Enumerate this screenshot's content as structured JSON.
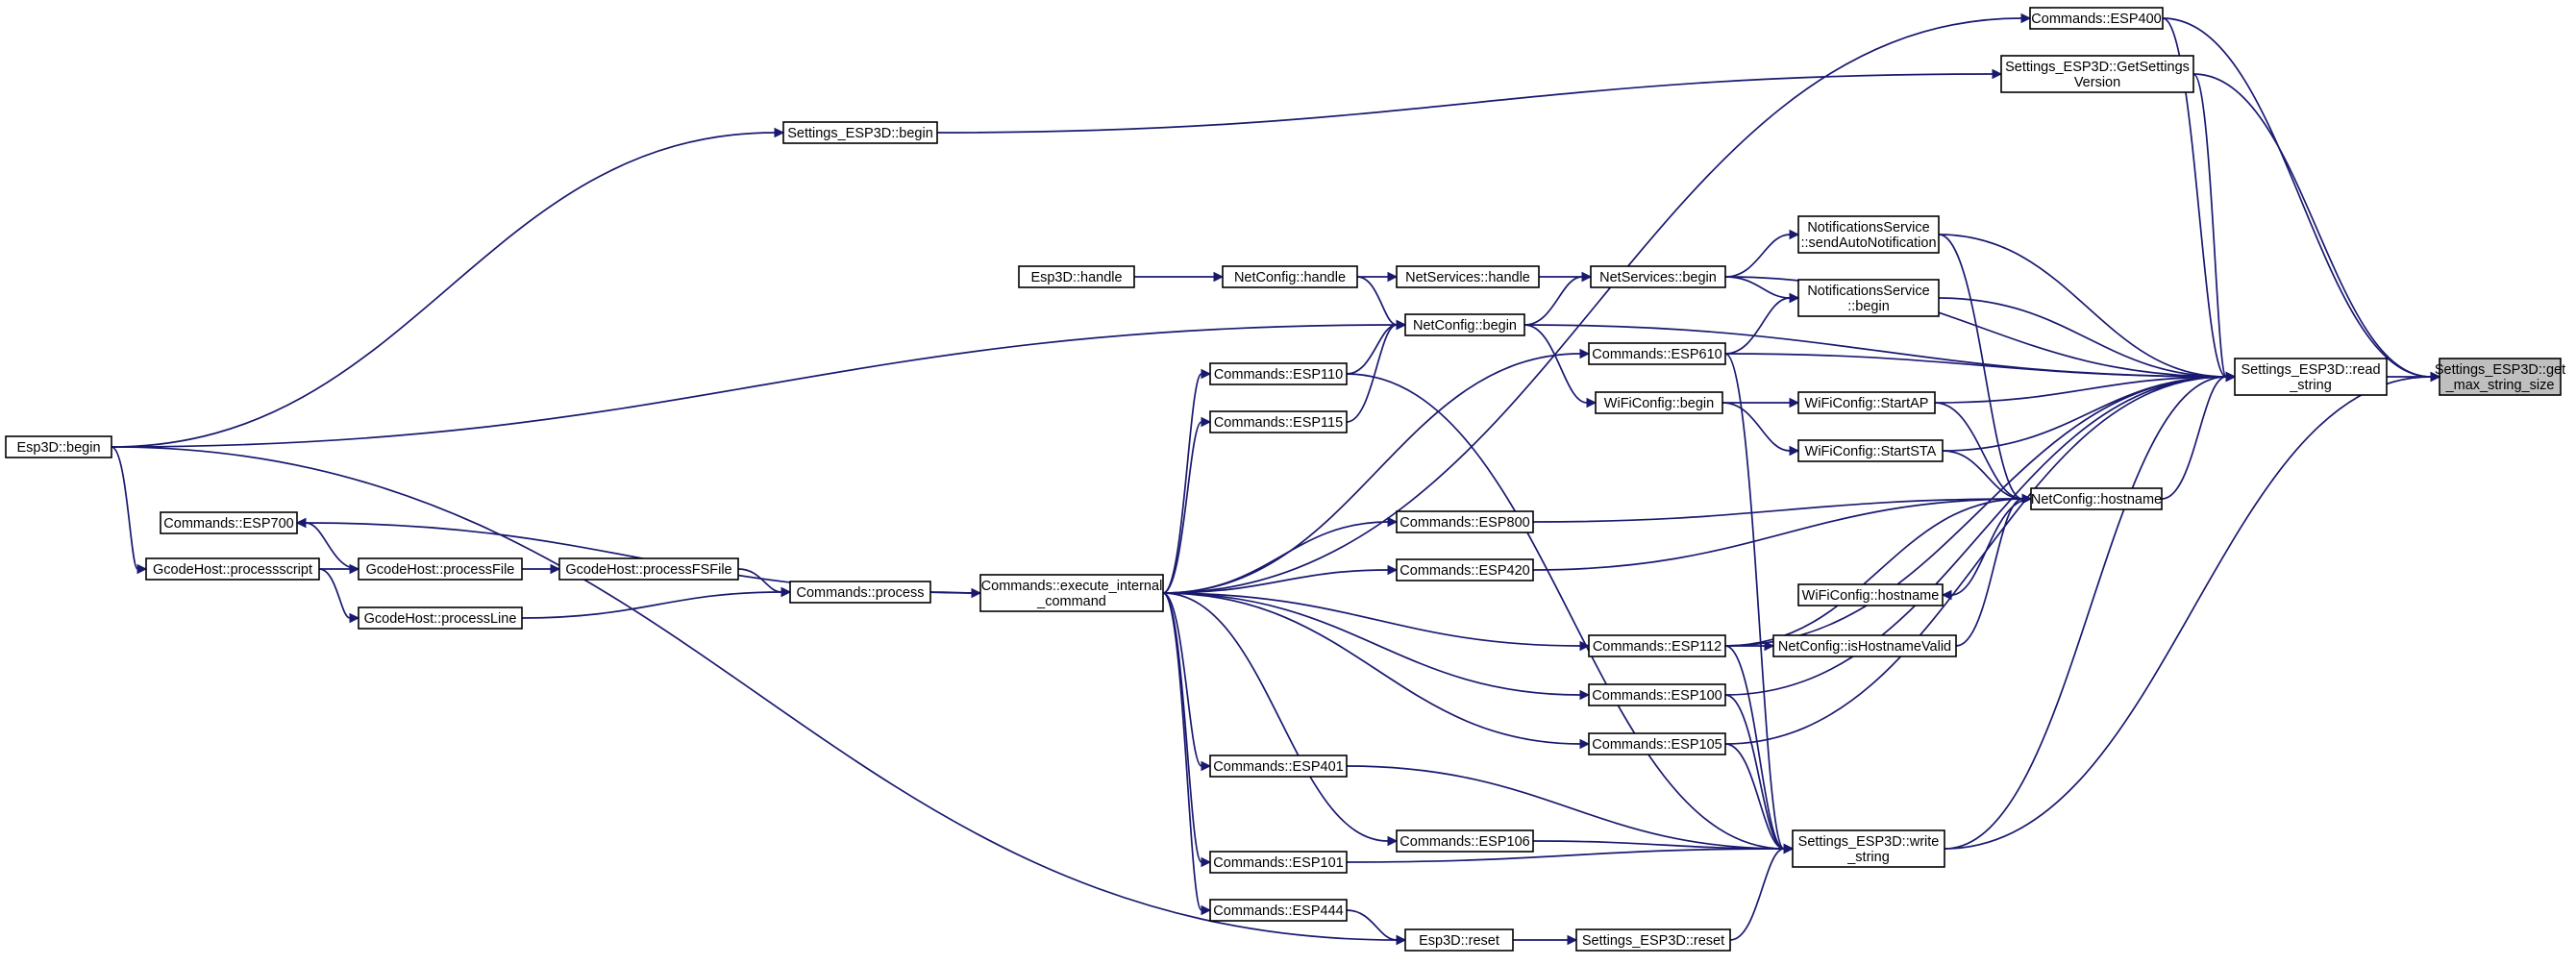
{
  "diagram": {
    "edge_color": "#191970",
    "root_fill": "#bfbfbf",
    "nodes": [
      {
        "id": "get_max",
        "label": [
          "Settings_ESP3D::get",
          "_max_string_size"
        ],
        "root": true
      },
      {
        "id": "read_string",
        "label": [
          "Settings_ESP3D::read",
          "_string"
        ]
      },
      {
        "id": "esp400",
        "label": [
          "Commands::ESP400"
        ]
      },
      {
        "id": "getsettingsversion",
        "label": [
          "Settings_ESP3D::GetSettings",
          "Version"
        ]
      },
      {
        "id": "write_string",
        "label": [
          "Settings_ESP3D::write",
          "_string"
        ]
      },
      {
        "id": "settings_begin",
        "label": [
          "Settings_ESP3D::begin"
        ]
      },
      {
        "id": "esp3d_begin",
        "label": [
          "Esp3D::begin"
        ]
      },
      {
        "id": "execute_internal",
        "label": [
          "Commands::execute_internal",
          "_command"
        ]
      },
      {
        "id": "commands_process",
        "label": [
          "Commands::process"
        ]
      },
      {
        "id": "processfsfile",
        "label": [
          "GcodeHost::processFSFile"
        ]
      },
      {
        "id": "processfile",
        "label": [
          "GcodeHost::processFile"
        ]
      },
      {
        "id": "processscript",
        "label": [
          "GcodeHost::processscript"
        ]
      },
      {
        "id": "processline",
        "label": [
          "GcodeHost::processLine"
        ]
      },
      {
        "id": "esp700",
        "label": [
          "Commands::ESP700"
        ]
      },
      {
        "id": "esp3d_handle",
        "label": [
          "Esp3D::handle"
        ]
      },
      {
        "id": "netconfig_handle",
        "label": [
          "NetConfig::handle"
        ]
      },
      {
        "id": "netservices_handle",
        "label": [
          "NetServices::handle"
        ]
      },
      {
        "id": "netservices_begin",
        "label": [
          "NetServices::begin"
        ]
      },
      {
        "id": "netconfig_begin",
        "label": [
          "NetConfig::begin"
        ]
      },
      {
        "id": "sendautonotif",
        "label": [
          "NotificationsService",
          "::sendAutoNotification"
        ]
      },
      {
        "id": "notif_begin",
        "label": [
          "NotificationsService",
          "::begin"
        ]
      },
      {
        "id": "esp610",
        "label": [
          "Commands::ESP610"
        ]
      },
      {
        "id": "esp110",
        "label": [
          "Commands::ESP110"
        ]
      },
      {
        "id": "esp115",
        "label": [
          "Commands::ESP115"
        ]
      },
      {
        "id": "wificonfig_begin",
        "label": [
          "WiFiConfig::begin"
        ]
      },
      {
        "id": "startap",
        "label": [
          "WiFiConfig::StartAP"
        ]
      },
      {
        "id": "startsta",
        "label": [
          "WiFiConfig::StartSTA"
        ]
      },
      {
        "id": "netconfig_hostname",
        "label": [
          "NetConfig::hostname"
        ]
      },
      {
        "id": "esp800",
        "label": [
          "Commands::ESP800"
        ]
      },
      {
        "id": "esp420",
        "label": [
          "Commands::ESP420"
        ]
      },
      {
        "id": "wificonfig_hostname",
        "label": [
          "WiFiConfig::hostname"
        ]
      },
      {
        "id": "ishostnamevalid",
        "label": [
          "NetConfig::isHostnameValid"
        ]
      },
      {
        "id": "esp112",
        "label": [
          "Commands::ESP112"
        ]
      },
      {
        "id": "esp100",
        "label": [
          "Commands::ESP100"
        ]
      },
      {
        "id": "esp105",
        "label": [
          "Commands::ESP105"
        ]
      },
      {
        "id": "esp401",
        "label": [
          "Commands::ESP401"
        ]
      },
      {
        "id": "esp106",
        "label": [
          "Commands::ESP106"
        ]
      },
      {
        "id": "esp101",
        "label": [
          "Commands::ESP101"
        ]
      },
      {
        "id": "esp444",
        "label": [
          "Commands::ESP444"
        ]
      },
      {
        "id": "esp3d_reset",
        "label": [
          "Esp3D::reset"
        ]
      },
      {
        "id": "settings_reset",
        "label": [
          "Settings_ESP3D::reset"
        ]
      }
    ],
    "edges": [
      [
        "read_string",
        "get_max"
      ],
      [
        "esp400",
        "get_max"
      ],
      [
        "getsettingsversion",
        "get_max"
      ],
      [
        "write_string",
        "get_max"
      ],
      [
        "esp400",
        "read_string"
      ],
      [
        "getsettingsversion",
        "read_string"
      ],
      [
        "netservices_begin",
        "read_string"
      ],
      [
        "netconfig_begin",
        "read_string"
      ],
      [
        "sendautonotif",
        "read_string"
      ],
      [
        "notif_begin",
        "read_string"
      ],
      [
        "esp610",
        "read_string"
      ],
      [
        "startap",
        "read_string"
      ],
      [
        "startsta",
        "read_string"
      ],
      [
        "netconfig_hostname",
        "read_string"
      ],
      [
        "esp112",
        "read_string"
      ],
      [
        "esp100",
        "read_string"
      ],
      [
        "esp105",
        "read_string"
      ],
      [
        "write_string",
        "read_string"
      ],
      [
        "esp110",
        "write_string"
      ],
      [
        "esp610",
        "write_string"
      ],
      [
        "esp100",
        "write_string"
      ],
      [
        "esp105",
        "write_string"
      ],
      [
        "esp401",
        "write_string"
      ],
      [
        "esp106",
        "write_string"
      ],
      [
        "esp101",
        "write_string"
      ],
      [
        "settings_reset",
        "write_string"
      ],
      [
        "esp112",
        "write_string"
      ],
      [
        "sendautonotif",
        "netconfig_hostname"
      ],
      [
        "startap",
        "netconfig_hostname"
      ],
      [
        "startsta",
        "netconfig_hostname"
      ],
      [
        "esp800",
        "netconfig_hostname"
      ],
      [
        "esp420",
        "netconfig_hostname"
      ],
      [
        "ishostnamevalid",
        "netconfig_hostname"
      ],
      [
        "esp112",
        "netconfig_hostname"
      ],
      [
        "netconfig_hostname",
        "wificonfig_hostname"
      ],
      [
        "esp112",
        "ishostnamevalid"
      ],
      [
        "settings_begin",
        "getsettingsversion"
      ],
      [
        "esp3d_begin",
        "settings_begin"
      ],
      [
        "execute_internal",
        "esp400"
      ],
      [
        "esp3d_handle",
        "netconfig_handle"
      ],
      [
        "netconfig_handle",
        "netservices_handle"
      ],
      [
        "netservices_handle",
        "netservices_begin"
      ],
      [
        "netconfig_handle",
        "netconfig_begin"
      ],
      [
        "netconfig_begin",
        "netservices_begin"
      ],
      [
        "netservices_begin",
        "sendautonotif"
      ],
      [
        "netservices_begin",
        "notif_begin"
      ],
      [
        "esp610",
        "notif_begin"
      ],
      [
        "esp3d_begin",
        "netconfig_begin"
      ],
      [
        "esp110",
        "netconfig_begin"
      ],
      [
        "esp115",
        "netconfig_begin"
      ],
      [
        "netconfig_begin",
        "wificonfig_begin"
      ],
      [
        "wificonfig_begin",
        "startap"
      ],
      [
        "wificonfig_begin",
        "startsta"
      ],
      [
        "execute_internal",
        "esp610"
      ],
      [
        "execute_internal",
        "esp110"
      ],
      [
        "execute_internal",
        "esp115"
      ],
      [
        "execute_internal",
        "esp800"
      ],
      [
        "execute_internal",
        "esp420"
      ],
      [
        "execute_internal",
        "esp112"
      ],
      [
        "execute_internal",
        "esp100"
      ],
      [
        "execute_internal",
        "esp105"
      ],
      [
        "execute_internal",
        "esp401"
      ],
      [
        "execute_internal",
        "esp106"
      ],
      [
        "execute_internal",
        "esp101"
      ],
      [
        "execute_internal",
        "esp444"
      ],
      [
        "execute_internal",
        "esp700"
      ],
      [
        "commands_process",
        "execute_internal"
      ],
      [
        "processfsfile",
        "commands_process"
      ],
      [
        "processline",
        "commands_process"
      ],
      [
        "processfile",
        "processfsfile"
      ],
      [
        "processfile",
        "esp700"
      ],
      [
        "processscript",
        "processfile"
      ],
      [
        "processscript",
        "processline"
      ],
      [
        "esp3d_begin",
        "processscript"
      ],
      [
        "esp444",
        "esp3d_reset"
      ],
      [
        "esp3d_reset",
        "settings_reset"
      ],
      [
        "esp3d_begin",
        "esp3d_reset"
      ]
    ]
  }
}
